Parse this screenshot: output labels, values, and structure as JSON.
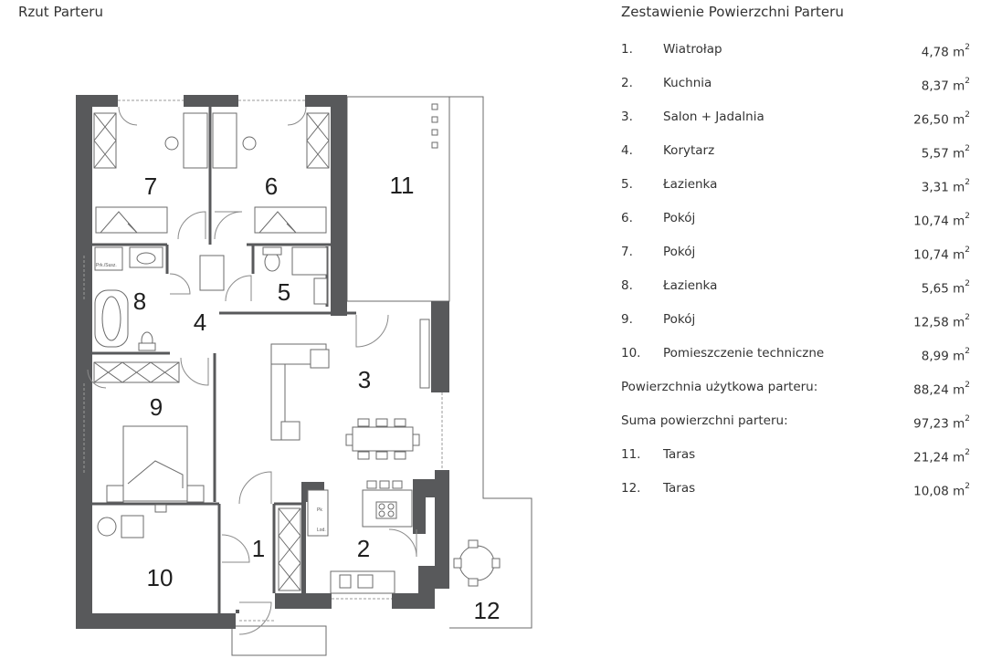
{
  "header": {
    "left_title": "Rzut Parteru",
    "right_title": "Zestawienie Powierzchni Parteru"
  },
  "colors": {
    "wall": "#58595b",
    "line": "#6b6b6b",
    "light": "#bdbdbd",
    "text": "#2a2a2a"
  },
  "rooms": [
    {
      "num": "1.",
      "name": "Wiatrołap",
      "area": "4,78"
    },
    {
      "num": "2.",
      "name": "Kuchnia",
      "area": "8,37"
    },
    {
      "num": "3.",
      "name": "Salon + Jadalnia",
      "area": "26,50"
    },
    {
      "num": "4.",
      "name": "Korytarz",
      "area": "5,57"
    },
    {
      "num": "5.",
      "name": "Łazienka",
      "area": "3,31"
    },
    {
      "num": "6.",
      "name": "Pokój",
      "area": "10,74"
    },
    {
      "num": "7.",
      "name": "Pokój",
      "area": "10,74"
    },
    {
      "num": "8.",
      "name": "Łazienka",
      "area": "5,65"
    },
    {
      "num": "9.",
      "name": "Pokój",
      "area": "12,58"
    },
    {
      "num": "10.",
      "name": "Pomieszczenie techniczne",
      "area": "8,99"
    }
  ],
  "totals": [
    {
      "label": "Powierzchnia użytkowa parteru:",
      "area": "88,24"
    },
    {
      "label": "Suma powierzchni parteru:",
      "area": "97,23"
    }
  ],
  "terraces": [
    {
      "num": "11.",
      "name": "Taras",
      "area": "21,24"
    },
    {
      "num": "12.",
      "name": "Taras",
      "area": "10,08"
    }
  ],
  "unit": "m",
  "unit_exp": "2",
  "plan_labels": {
    "r1": "1",
    "r2": "2",
    "r3": "3",
    "r4": "4",
    "r5": "5",
    "r6": "6",
    "r7": "7",
    "r8": "8",
    "r9": "9",
    "r10": "10",
    "r11": "11",
    "r12": "12"
  },
  "small_labels": {
    "boiler": "Prk./Susz.",
    "fridge": "Pk",
    "oven": "Lod."
  }
}
